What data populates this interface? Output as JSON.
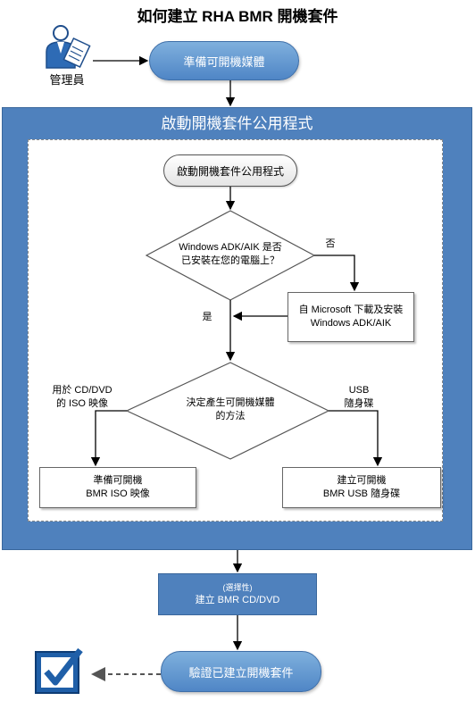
{
  "title": "如何建立 RHA BMR 開機套件",
  "actor": {
    "label": "管理員"
  },
  "step_prepare": "準備可開機媒體",
  "container": {
    "title": "啟動開機套件公用程式"
  },
  "start_node": "啟動開機套件公用程式",
  "decision1": {
    "line1": "Windows ADK/AIK 是否",
    "line2": "已安裝在您的電腦上？",
    "no": "否",
    "yes": "是"
  },
  "install_box": {
    "line1": "自 Microsoft 下載及安裝",
    "line2": "Windows ADK/AIK"
  },
  "decision2": {
    "line1": "決定產生可開機媒體",
    "line2": "的方法",
    "left_line1": "用於 CD/DVD",
    "left_line2": "的 ISO 映像",
    "right_line1": "USB",
    "right_line2": "隨身碟"
  },
  "iso_box": {
    "line1": "準備可開機",
    "line2": "BMR ISO 映像"
  },
  "usb_box": {
    "line1": "建立可開機",
    "line2": "BMR USB 隨身碟"
  },
  "optional_box": {
    "line1": "(選擇性)",
    "line2": "建立 BMR CD/DVD"
  },
  "verify": "驗證已建立開機套件",
  "colors": {
    "band": "#4f81bd",
    "pill": "#5b8fcb",
    "arrow": "#000000"
  },
  "icons": {
    "admin": "admin-icon",
    "check": "checkbox-check-icon"
  }
}
